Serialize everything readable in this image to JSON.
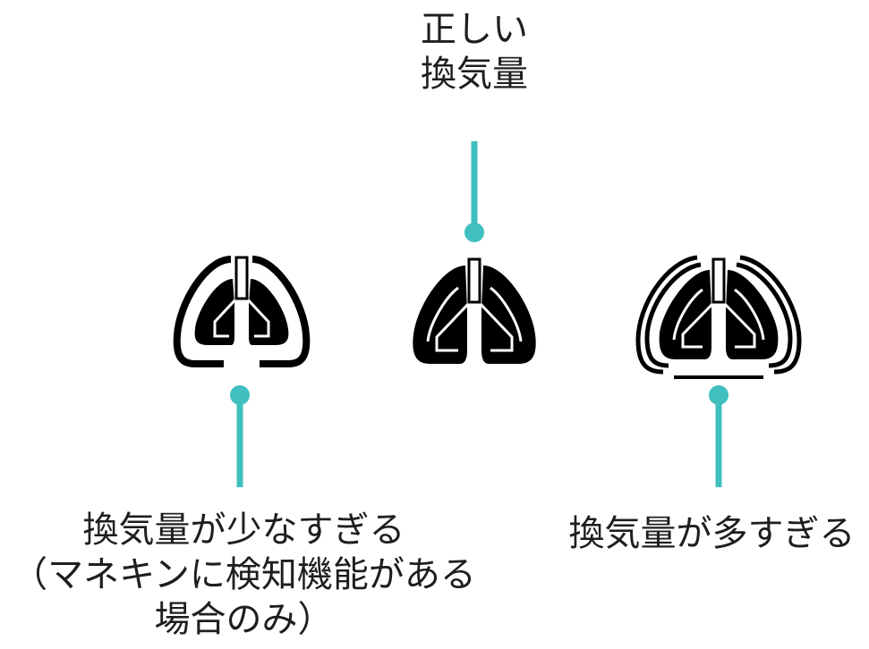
{
  "labels": {
    "top": "正しい\n換気量",
    "left": "換気量が少なすぎる\n（マネキンに検知機能がある\n場合のみ）",
    "right": "換気量が多すぎる"
  },
  "colors": {
    "connector": "#3fbfbf",
    "lung": "#000000"
  },
  "icons": [
    "lungs-underinflated-icon",
    "lungs-normal-icon",
    "lungs-overinflated-icon"
  ]
}
